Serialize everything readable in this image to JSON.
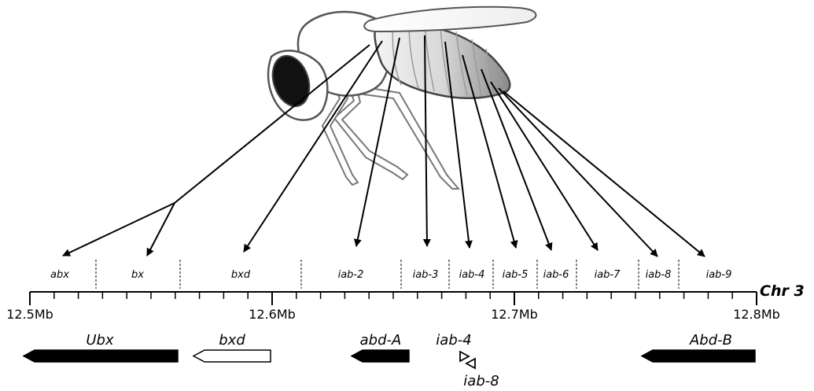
{
  "chromosome": {
    "label": "Chr 3",
    "start_mb": 12.5,
    "end_mb": 12.8
  },
  "axis_ticks": [
    {
      "label": "12.5Mb"
    },
    {
      "label": "12.6Mb"
    },
    {
      "label": "12.7Mb"
    },
    {
      "label": "12.8Mb"
    }
  ],
  "regions": [
    {
      "label": "abx"
    },
    {
      "label": "bx"
    },
    {
      "label": "bxd"
    },
    {
      "label": "iab-2"
    },
    {
      "label": "iab-3"
    },
    {
      "label": "iab-4"
    },
    {
      "label": "iab-5"
    },
    {
      "label": "iab-6"
    },
    {
      "label": "iab-7"
    },
    {
      "label": "iab-8"
    },
    {
      "label": "iab-9"
    }
  ],
  "genes": [
    {
      "label": "Ubx",
      "strand": "minus",
      "fill": "#000000"
    },
    {
      "label": "bxd",
      "strand": "minus",
      "fill": "#ffffff"
    },
    {
      "label": "abd-A",
      "strand": "minus",
      "fill": "#000000"
    },
    {
      "label": "Abd-B",
      "strand": "minus",
      "fill": "#000000"
    }
  ],
  "mirnas": [
    {
      "label": "iab-4",
      "strand": "plus"
    },
    {
      "label": "iab-8",
      "strand": "minus"
    }
  ],
  "colors": {
    "ink": "#000000",
    "body_shade": "#b8b8b8",
    "eye": "#111111"
  }
}
